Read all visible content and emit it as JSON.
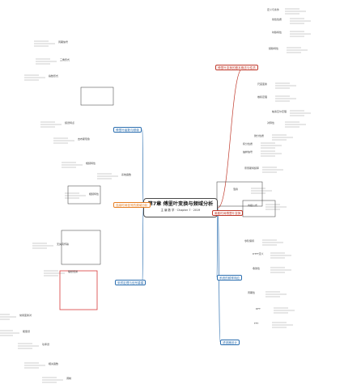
{
  "center": {
    "title": "第7章 傅里叶变换与频域分析",
    "subtitle": "主 编 数 学 · Chapter 7 · 2019"
  },
  "branches": [
    {
      "label": "傅里叶变换的基本概念与性质",
      "color": "#c0392b"
    },
    {
      "label": "傅里叶级数与频谱",
      "color": "#2c6fb0"
    },
    {
      "label": "连续时间信号的频域分析",
      "color": "#e67e22"
    },
    {
      "label": "离散时间傅里叶变换",
      "color": "#c0392b"
    },
    {
      "label": "采样定理与信号重建",
      "color": "#2c6fb0"
    },
    {
      "label": "系统的频率响应",
      "color": "#2c6fb0"
    },
    {
      "label": "滤波器设计",
      "color": "#2c6fb0"
    }
  ],
  "sub_labels": [
    "定义与条件",
    "线性性质",
    "时移特性",
    "频移特性",
    "尺度变换",
    "卷积定理",
    "帕塞瓦尔定理",
    "对称性",
    "微分性质",
    "积分性质",
    "周期信号",
    "三角形式",
    "指数形式",
    "频谱特点",
    "吉布斯现象",
    "系统函数",
    "幅频特性",
    "相频特性",
    "无失真传输",
    "理想低通",
    "抽样信号",
    "奈奎斯特频率",
    "混叠",
    "内插公式",
    "零阶保持",
    "DTFT定义",
    "收敛性",
    "周期性",
    "DFT",
    "FFT",
    "常用变换对",
    "能量谱",
    "功率谱",
    "相关函数",
    "调制"
  ]
}
